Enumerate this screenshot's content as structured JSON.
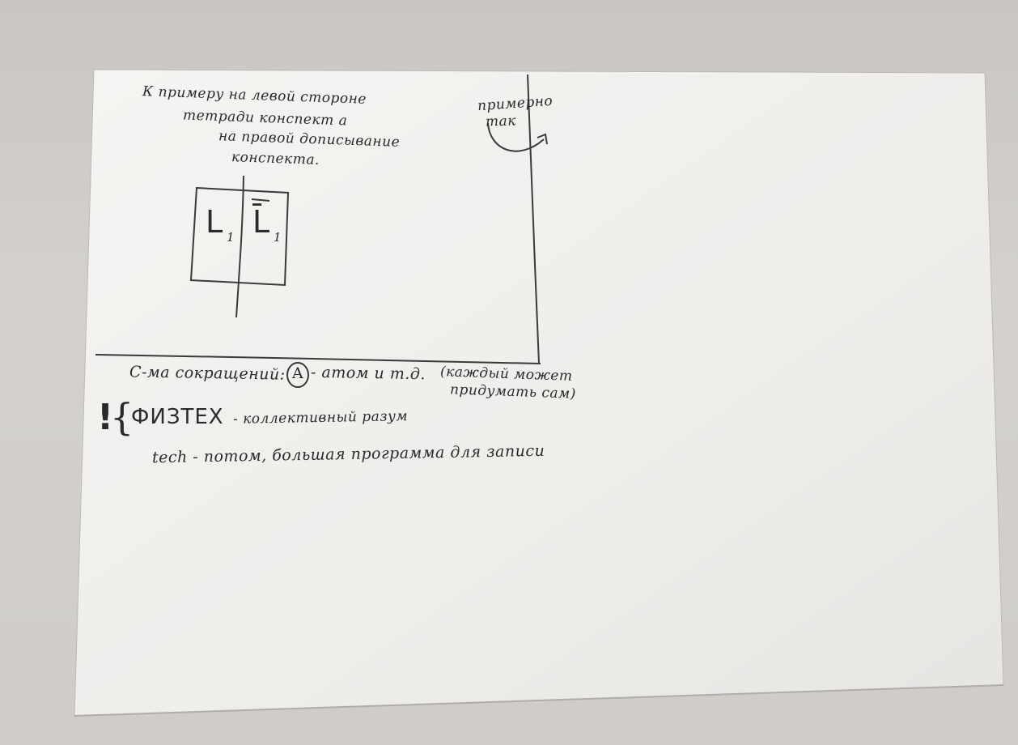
{
  "notes": {
    "intro_line1": "К примеру на левой стороне",
    "intro_line2": "тетради конспект а",
    "intro_line3": "на правой дописывание",
    "intro_line4": "конспекта.",
    "side_line1": "примерно",
    "side_line2": "так",
    "left_cell": "L",
    "left_cell_sub": "1",
    "right_cell": "L̄",
    "right_cell_sub": "1",
    "abbrev_prefix": "С-ма сокращений:",
    "abbrev_symbol": "A",
    "abbrev_rest": "- атом и т.д.",
    "abbrev_note_line1": "(каждый может",
    "abbrev_note_line2": "придумать сам)",
    "exclamation": "!",
    "brace": "{",
    "fiztech_title": "ФИЗТЕХ",
    "fiztech_rest": "- коллективный разум",
    "tech_line": "tech - потом, большая программа для записи"
  },
  "colors": {
    "paper": "#f2f1ee",
    "ink": "#2a2a2c",
    "background": "#cbc8c3"
  }
}
